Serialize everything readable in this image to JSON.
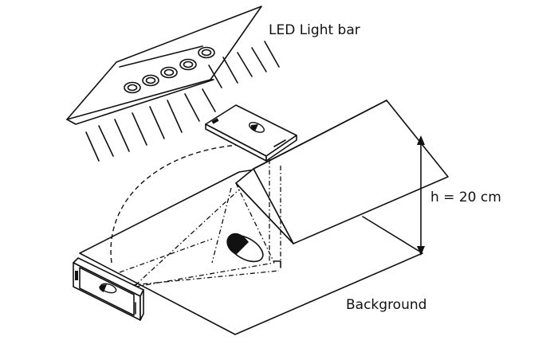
{
  "labels": {
    "led_light_bar": "LED Light bar",
    "height": "h = 20 cm",
    "background": "Background"
  },
  "colors": {
    "ink": "#111111",
    "background": "#ffffff"
  }
}
